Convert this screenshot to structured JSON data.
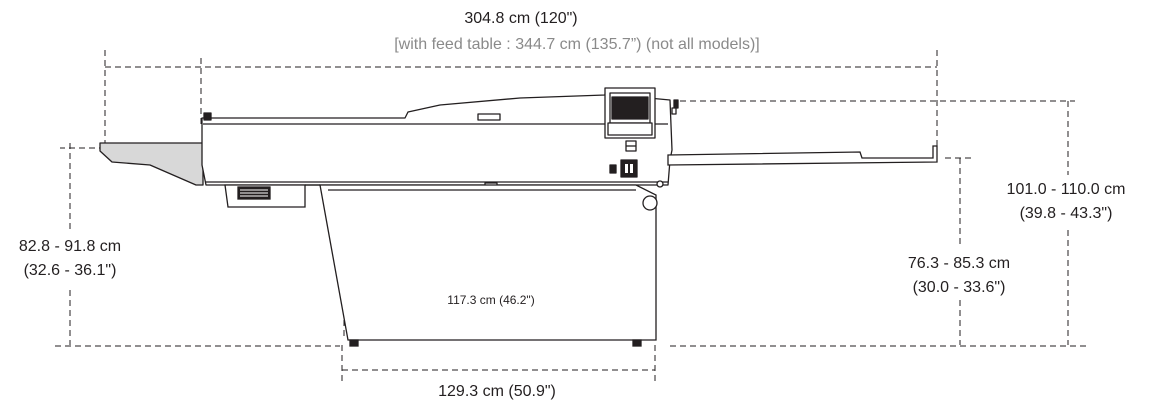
{
  "dimensions": {
    "overall_length": "304.8 cm (120\")",
    "feed_table_note": "[with feed table : 344.7 cm (135.7”) (not all models)]",
    "height_left_line1": "82.8 - 91.8 cm",
    "height_left_line2": "(32.6 - 36.1\")",
    "height_right_top_line1": "101.0 - 110.0 cm",
    "height_right_top_line2": "(39.8 - 43.3\")",
    "height_right_inner_line1": "76.3 - 85.3 cm",
    "height_right_inner_line2": "(30.0 - 33.6\")",
    "base_inner_width": "117.3 cm (46.2\")",
    "base_outer_width": "129.3 cm (50.9\")"
  },
  "colors": {
    "line": "#231f20",
    "muted_text": "#8a8a8a"
  }
}
